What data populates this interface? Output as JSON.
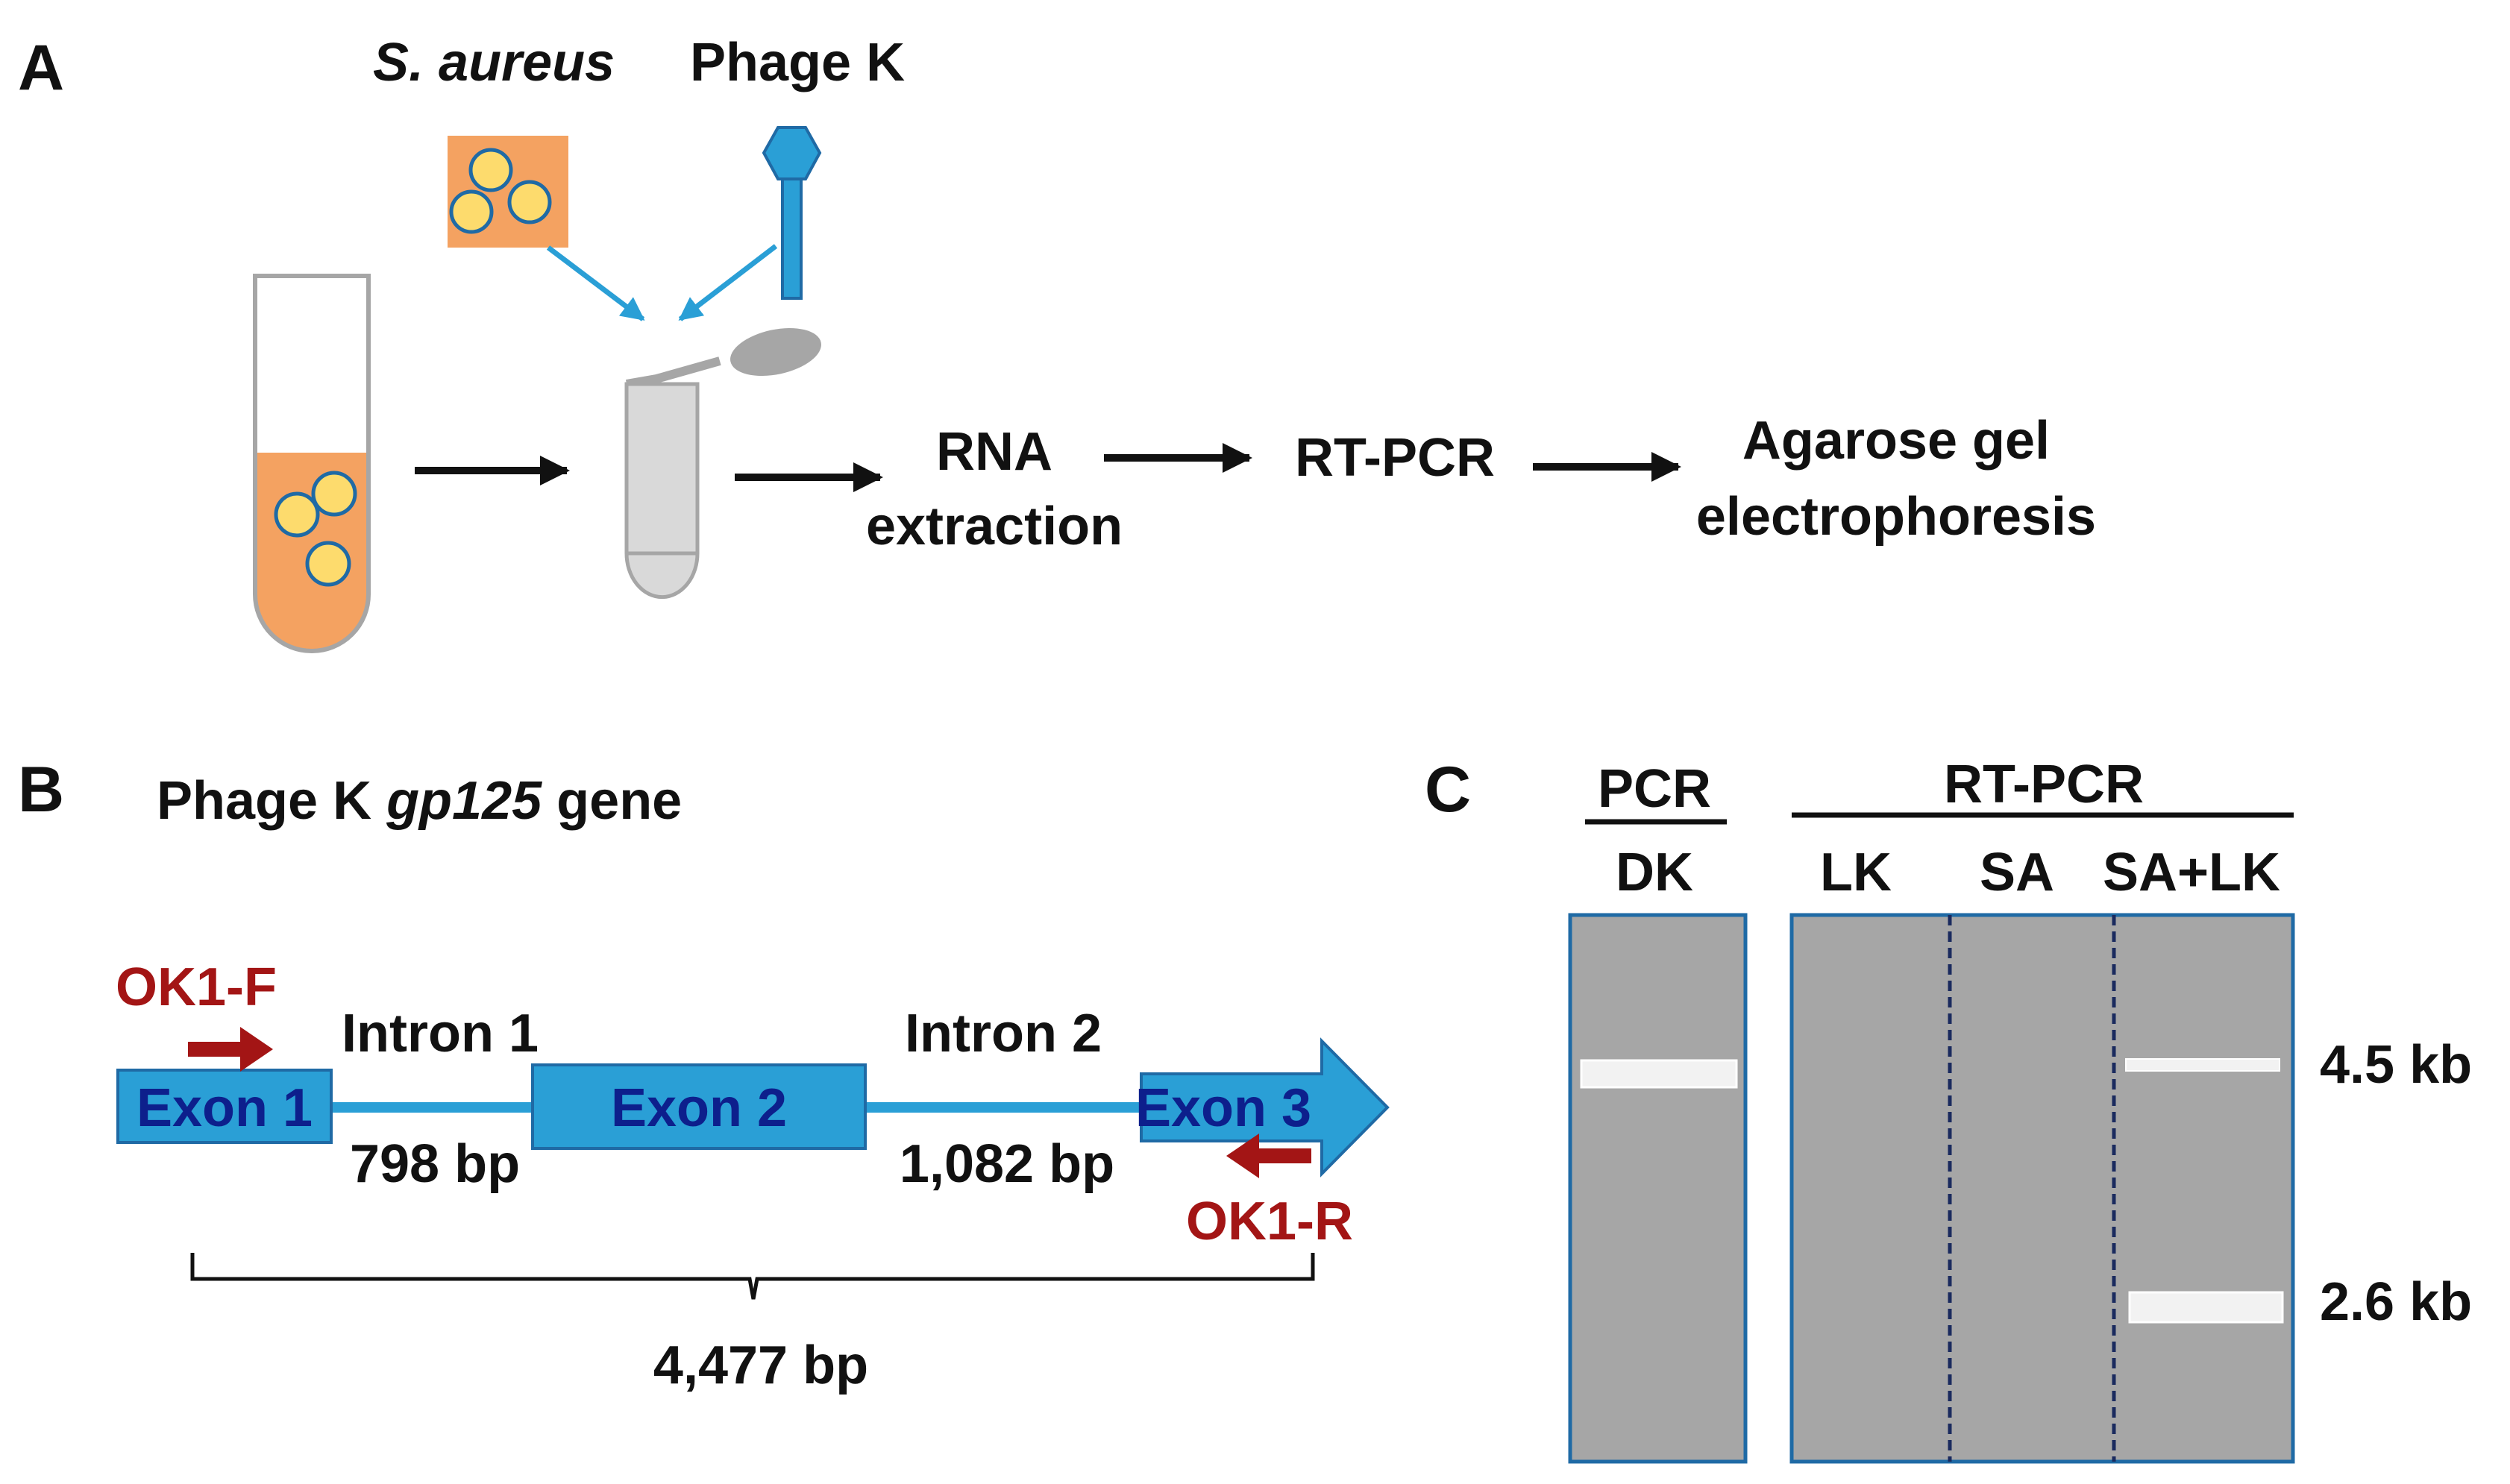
{
  "panels": {
    "a": "A",
    "b": "B",
    "c": "C"
  },
  "panel_a": {
    "organism_label": "S. aureus",
    "phage_label": "Phage K",
    "step_rna_line1": "RNA",
    "step_rna_line2": "extraction",
    "step_rtpcr": "RT-PCR",
    "step_gel_line1": "Agarose gel",
    "step_gel_line2": "electrophoresis"
  },
  "panel_b": {
    "title_prefix": "Phage K ",
    "title_gene": "gp125",
    "title_suffix": " gene",
    "primer_forward": "OK1-F",
    "primer_reverse": "OK1-R",
    "exons": [
      "Exon 1",
      "Exon 2",
      "Exon 3"
    ],
    "introns": [
      {
        "name": "Intron 1",
        "length": "798 bp"
      },
      {
        "name": "Intron 2",
        "length": "1,082 bp"
      }
    ],
    "total_length": "4,477 bp"
  },
  "panel_c": {
    "group_pcr": "PCR",
    "group_rtpcr": "RT-PCR",
    "lanes": [
      "DK",
      "LK",
      "SA",
      "SA+LK"
    ],
    "size_markers": [
      "4.5 kb",
      "2.6 kb"
    ]
  },
  "colors": {
    "orange": "#f4a261",
    "cell_yellow": "#fddb6d",
    "blue": "#2a9fd6",
    "dark_blue_outline": "#1f6aa5",
    "red": "#a31515",
    "gel_gray": "#a6a6a6",
    "tube_gray": "#d9d9d9"
  }
}
